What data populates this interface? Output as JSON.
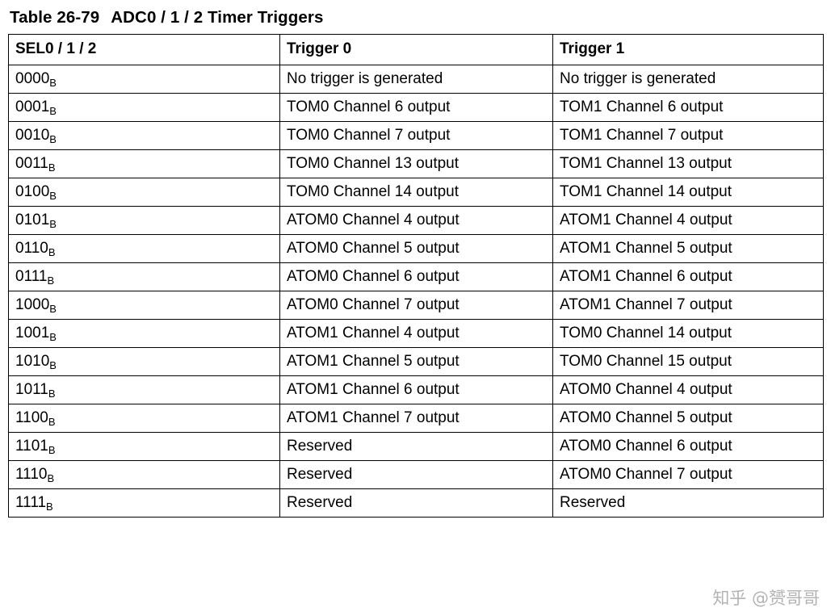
{
  "caption": {
    "number": "Table 26-79",
    "title": "ADC0 / 1 / 2 Timer Triggers"
  },
  "table": {
    "headers": [
      "SEL0 / 1 / 2",
      "Trigger 0",
      "Trigger 1"
    ],
    "rows": [
      {
        "sel": "0000",
        "sub": "B",
        "t0": "No trigger is generated",
        "t1": "No trigger is generated"
      },
      {
        "sel": "0001",
        "sub": "B",
        "t0": "TOM0 Channel 6 output",
        "t1": "TOM1 Channel 6 output"
      },
      {
        "sel": "0010",
        "sub": "B",
        "t0": "TOM0 Channel 7 output",
        "t1": "TOM1 Channel 7 output"
      },
      {
        "sel": "0011",
        "sub": "B",
        "t0": "TOM0 Channel 13 output",
        "t1": "TOM1 Channel 13 output"
      },
      {
        "sel": "0100",
        "sub": "B",
        "t0": "TOM0 Channel 14 output",
        "t1": "TOM1 Channel 14 output"
      },
      {
        "sel": "0101",
        "sub": "B",
        "t0": "ATOM0 Channel 4 output",
        "t1": "ATOM1 Channel 4 output"
      },
      {
        "sel": "0110",
        "sub": "B",
        "t0": "ATOM0 Channel 5 output",
        "t1": "ATOM1 Channel 5 output"
      },
      {
        "sel": "0111",
        "sub": "B",
        "t0": "ATOM0 Channel 6 output",
        "t1": "ATOM1 Channel 6 output"
      },
      {
        "sel": "1000",
        "sub": "B",
        "t0": "ATOM0 Channel 7 output",
        "t1": "ATOM1 Channel 7 output"
      },
      {
        "sel": "1001",
        "sub": "B",
        "t0": "ATOM1 Channel 4 output",
        "t1": "TOM0 Channel 14 output"
      },
      {
        "sel": "1010",
        "sub": "B",
        "t0": "ATOM1 Channel 5 output",
        "t1": "TOM0 Channel 15 output"
      },
      {
        "sel": "1011",
        "sub": "B",
        "t0": "ATOM1 Channel 6 output",
        "t1": "ATOM0 Channel 4 output"
      },
      {
        "sel": "1100",
        "sub": "B",
        "t0": "ATOM1 Channel 7 output",
        "t1": "ATOM0 Channel 5 output"
      },
      {
        "sel": "1101",
        "sub": "B",
        "t0": "Reserved",
        "t1": "ATOM0 Channel 6 output"
      },
      {
        "sel": "1110",
        "sub": "B",
        "t0": "Reserved",
        "t1": "ATOM0 Channel 7 output"
      },
      {
        "sel": "1111",
        "sub": "B",
        "t0": "Reserved",
        "t1": "Reserved"
      }
    ]
  },
  "watermark": "知乎 @赟哥哥"
}
